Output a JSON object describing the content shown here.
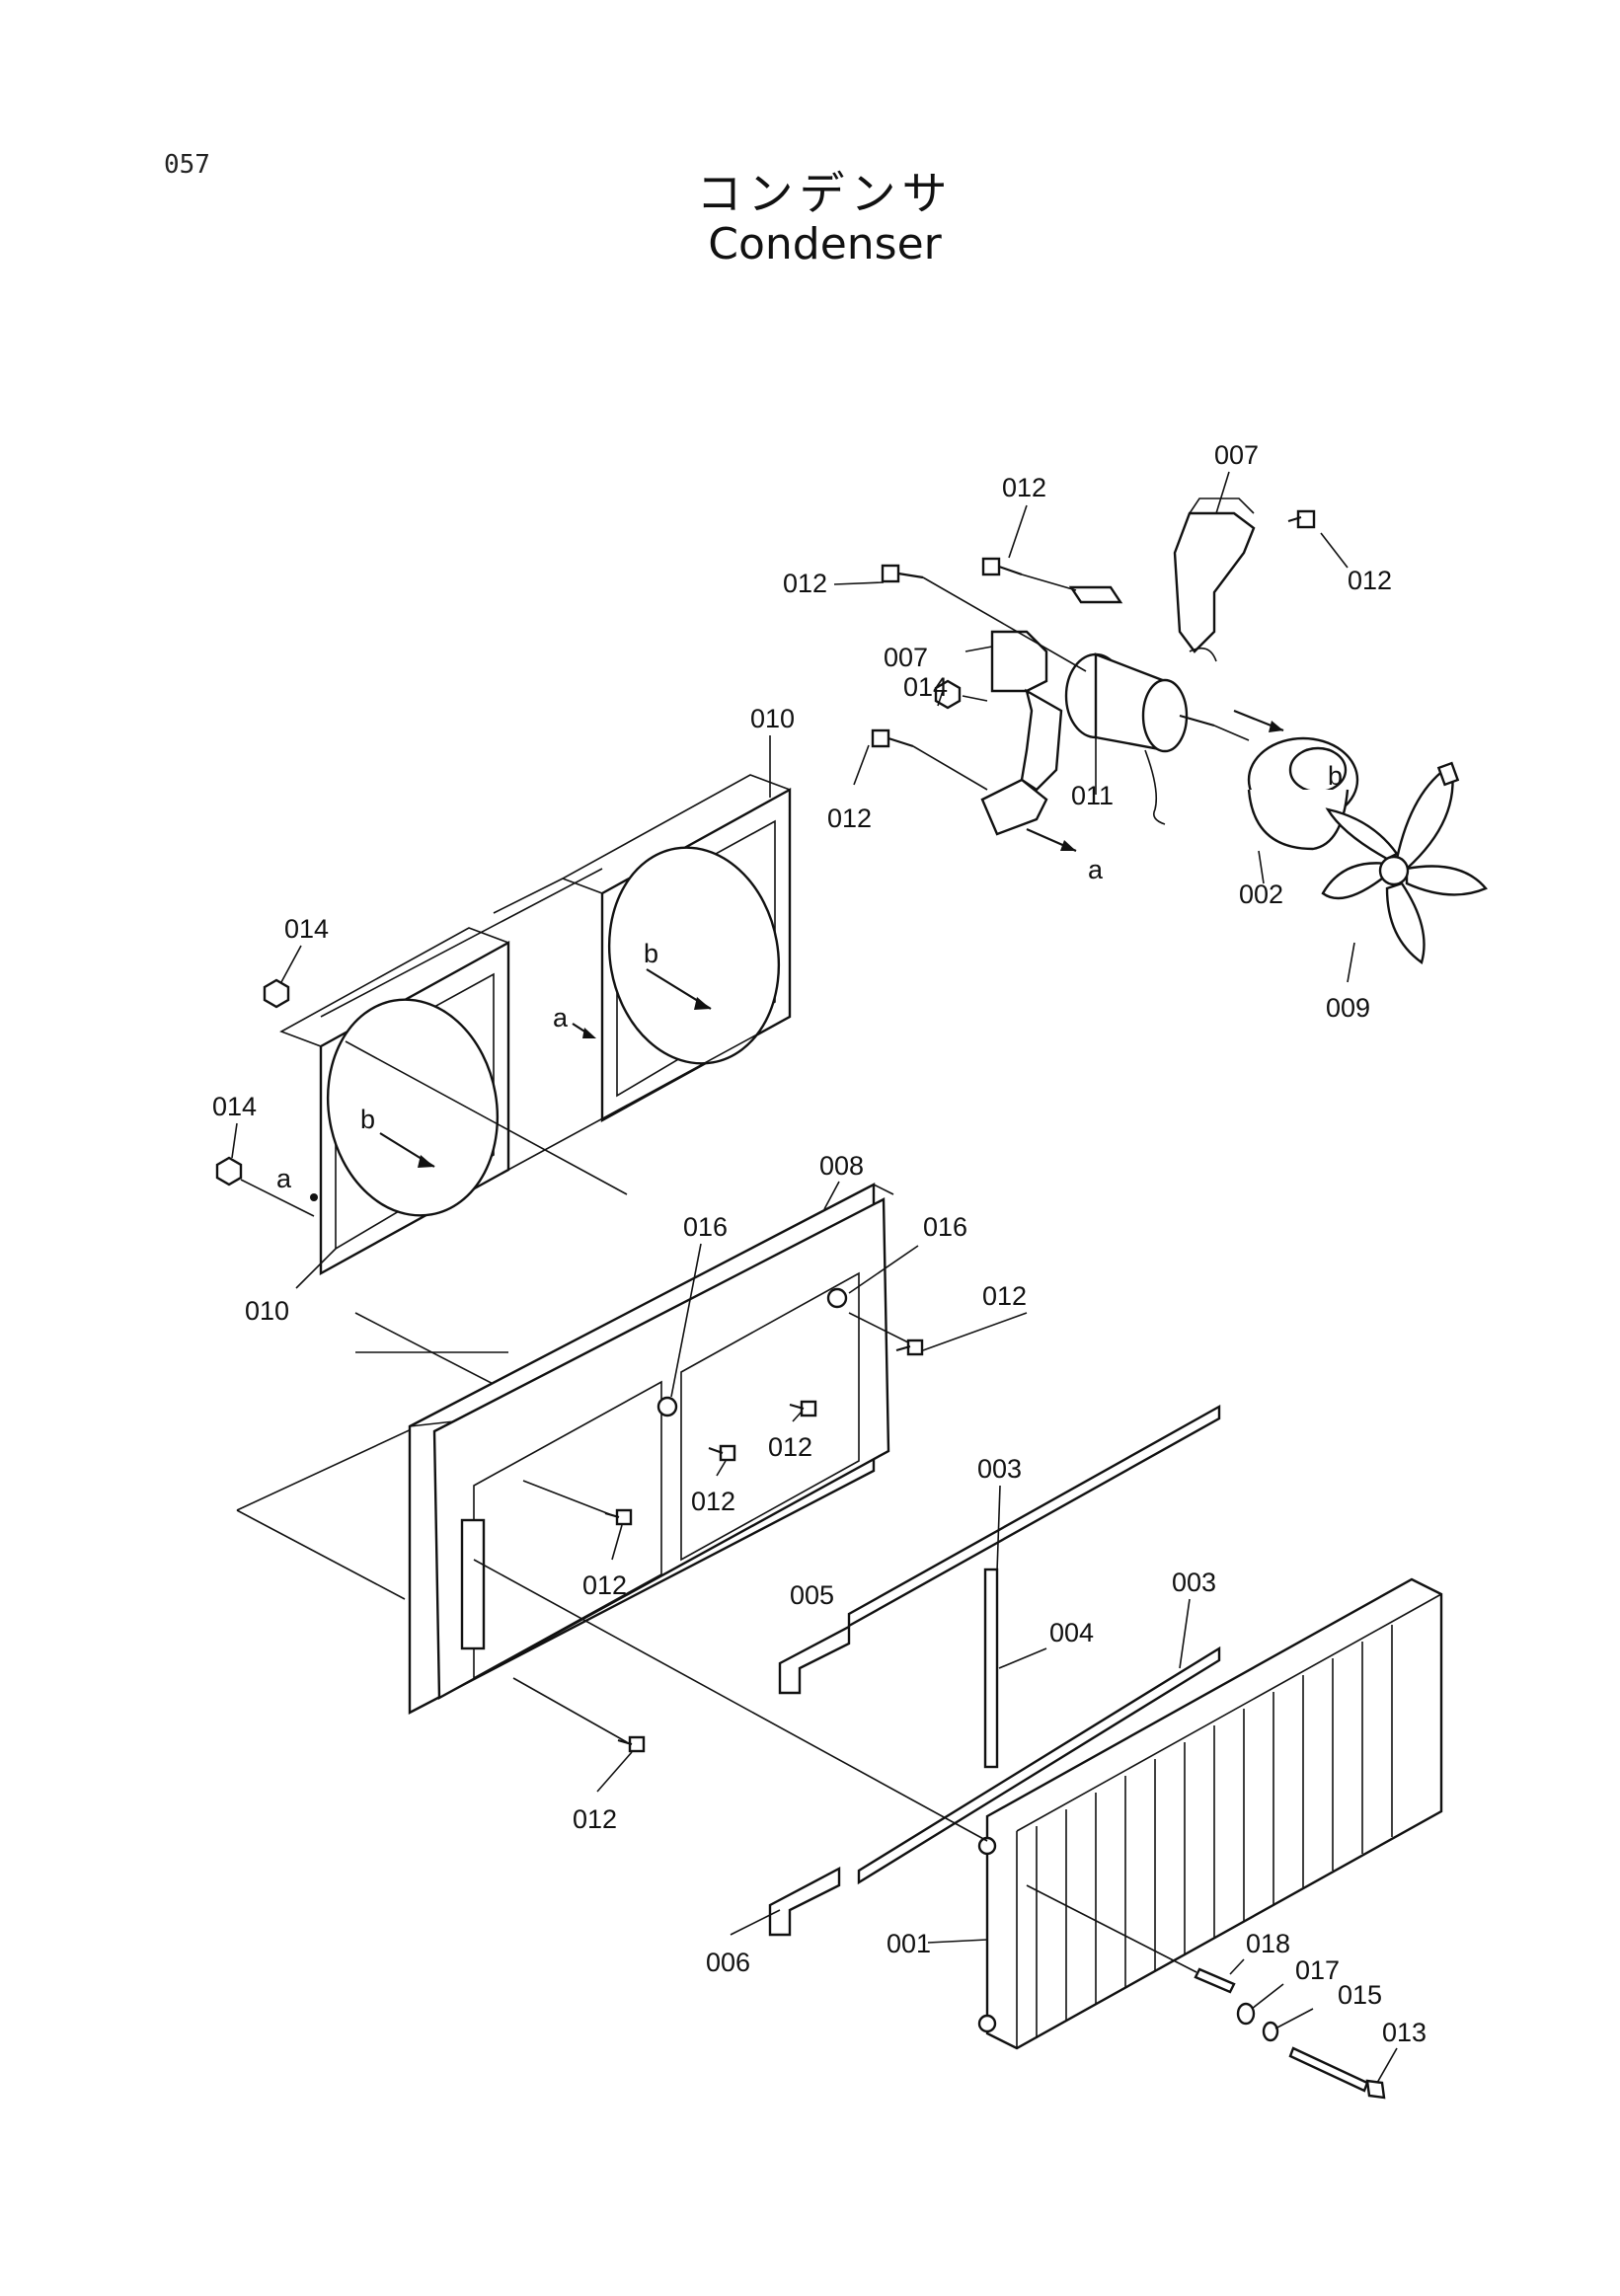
{
  "page": {
    "number": "057"
  },
  "title": {
    "ja": "コンデンサ",
    "en": "Condenser"
  },
  "callouts": [
    {
      "id": "c001",
      "text": "001"
    },
    {
      "id": "c002",
      "text": "002"
    },
    {
      "id": "c003a",
      "text": "003"
    },
    {
      "id": "c003b",
      "text": "003"
    },
    {
      "id": "c004",
      "text": "004"
    },
    {
      "id": "c005",
      "text": "005"
    },
    {
      "id": "c006",
      "text": "006"
    },
    {
      "id": "c007a",
      "text": "007"
    },
    {
      "id": "c007b",
      "text": "007"
    },
    {
      "id": "c008",
      "text": "008"
    },
    {
      "id": "c009",
      "text": "009"
    },
    {
      "id": "c010a",
      "text": "010"
    },
    {
      "id": "c010b",
      "text": "010"
    },
    {
      "id": "c011",
      "text": "011"
    },
    {
      "id": "c012a",
      "text": "012"
    },
    {
      "id": "c012b",
      "text": "012"
    },
    {
      "id": "c012c",
      "text": "012"
    },
    {
      "id": "c012d",
      "text": "012"
    },
    {
      "id": "c012e",
      "text": "012"
    },
    {
      "id": "c012f",
      "text": "012"
    },
    {
      "id": "c012g",
      "text": "012"
    },
    {
      "id": "c012h",
      "text": "012"
    },
    {
      "id": "c012i",
      "text": "012"
    },
    {
      "id": "c013",
      "text": "013"
    },
    {
      "id": "c014a",
      "text": "014"
    },
    {
      "id": "c014b",
      "text": "014"
    },
    {
      "id": "c014c",
      "text": "014"
    },
    {
      "id": "c015",
      "text": "015"
    },
    {
      "id": "c016a",
      "text": "016"
    },
    {
      "id": "c016b",
      "text": "016"
    },
    {
      "id": "c017",
      "text": "017"
    },
    {
      "id": "c018",
      "text": "018"
    }
  ],
  "markers": {
    "a": "a",
    "b": "b"
  }
}
